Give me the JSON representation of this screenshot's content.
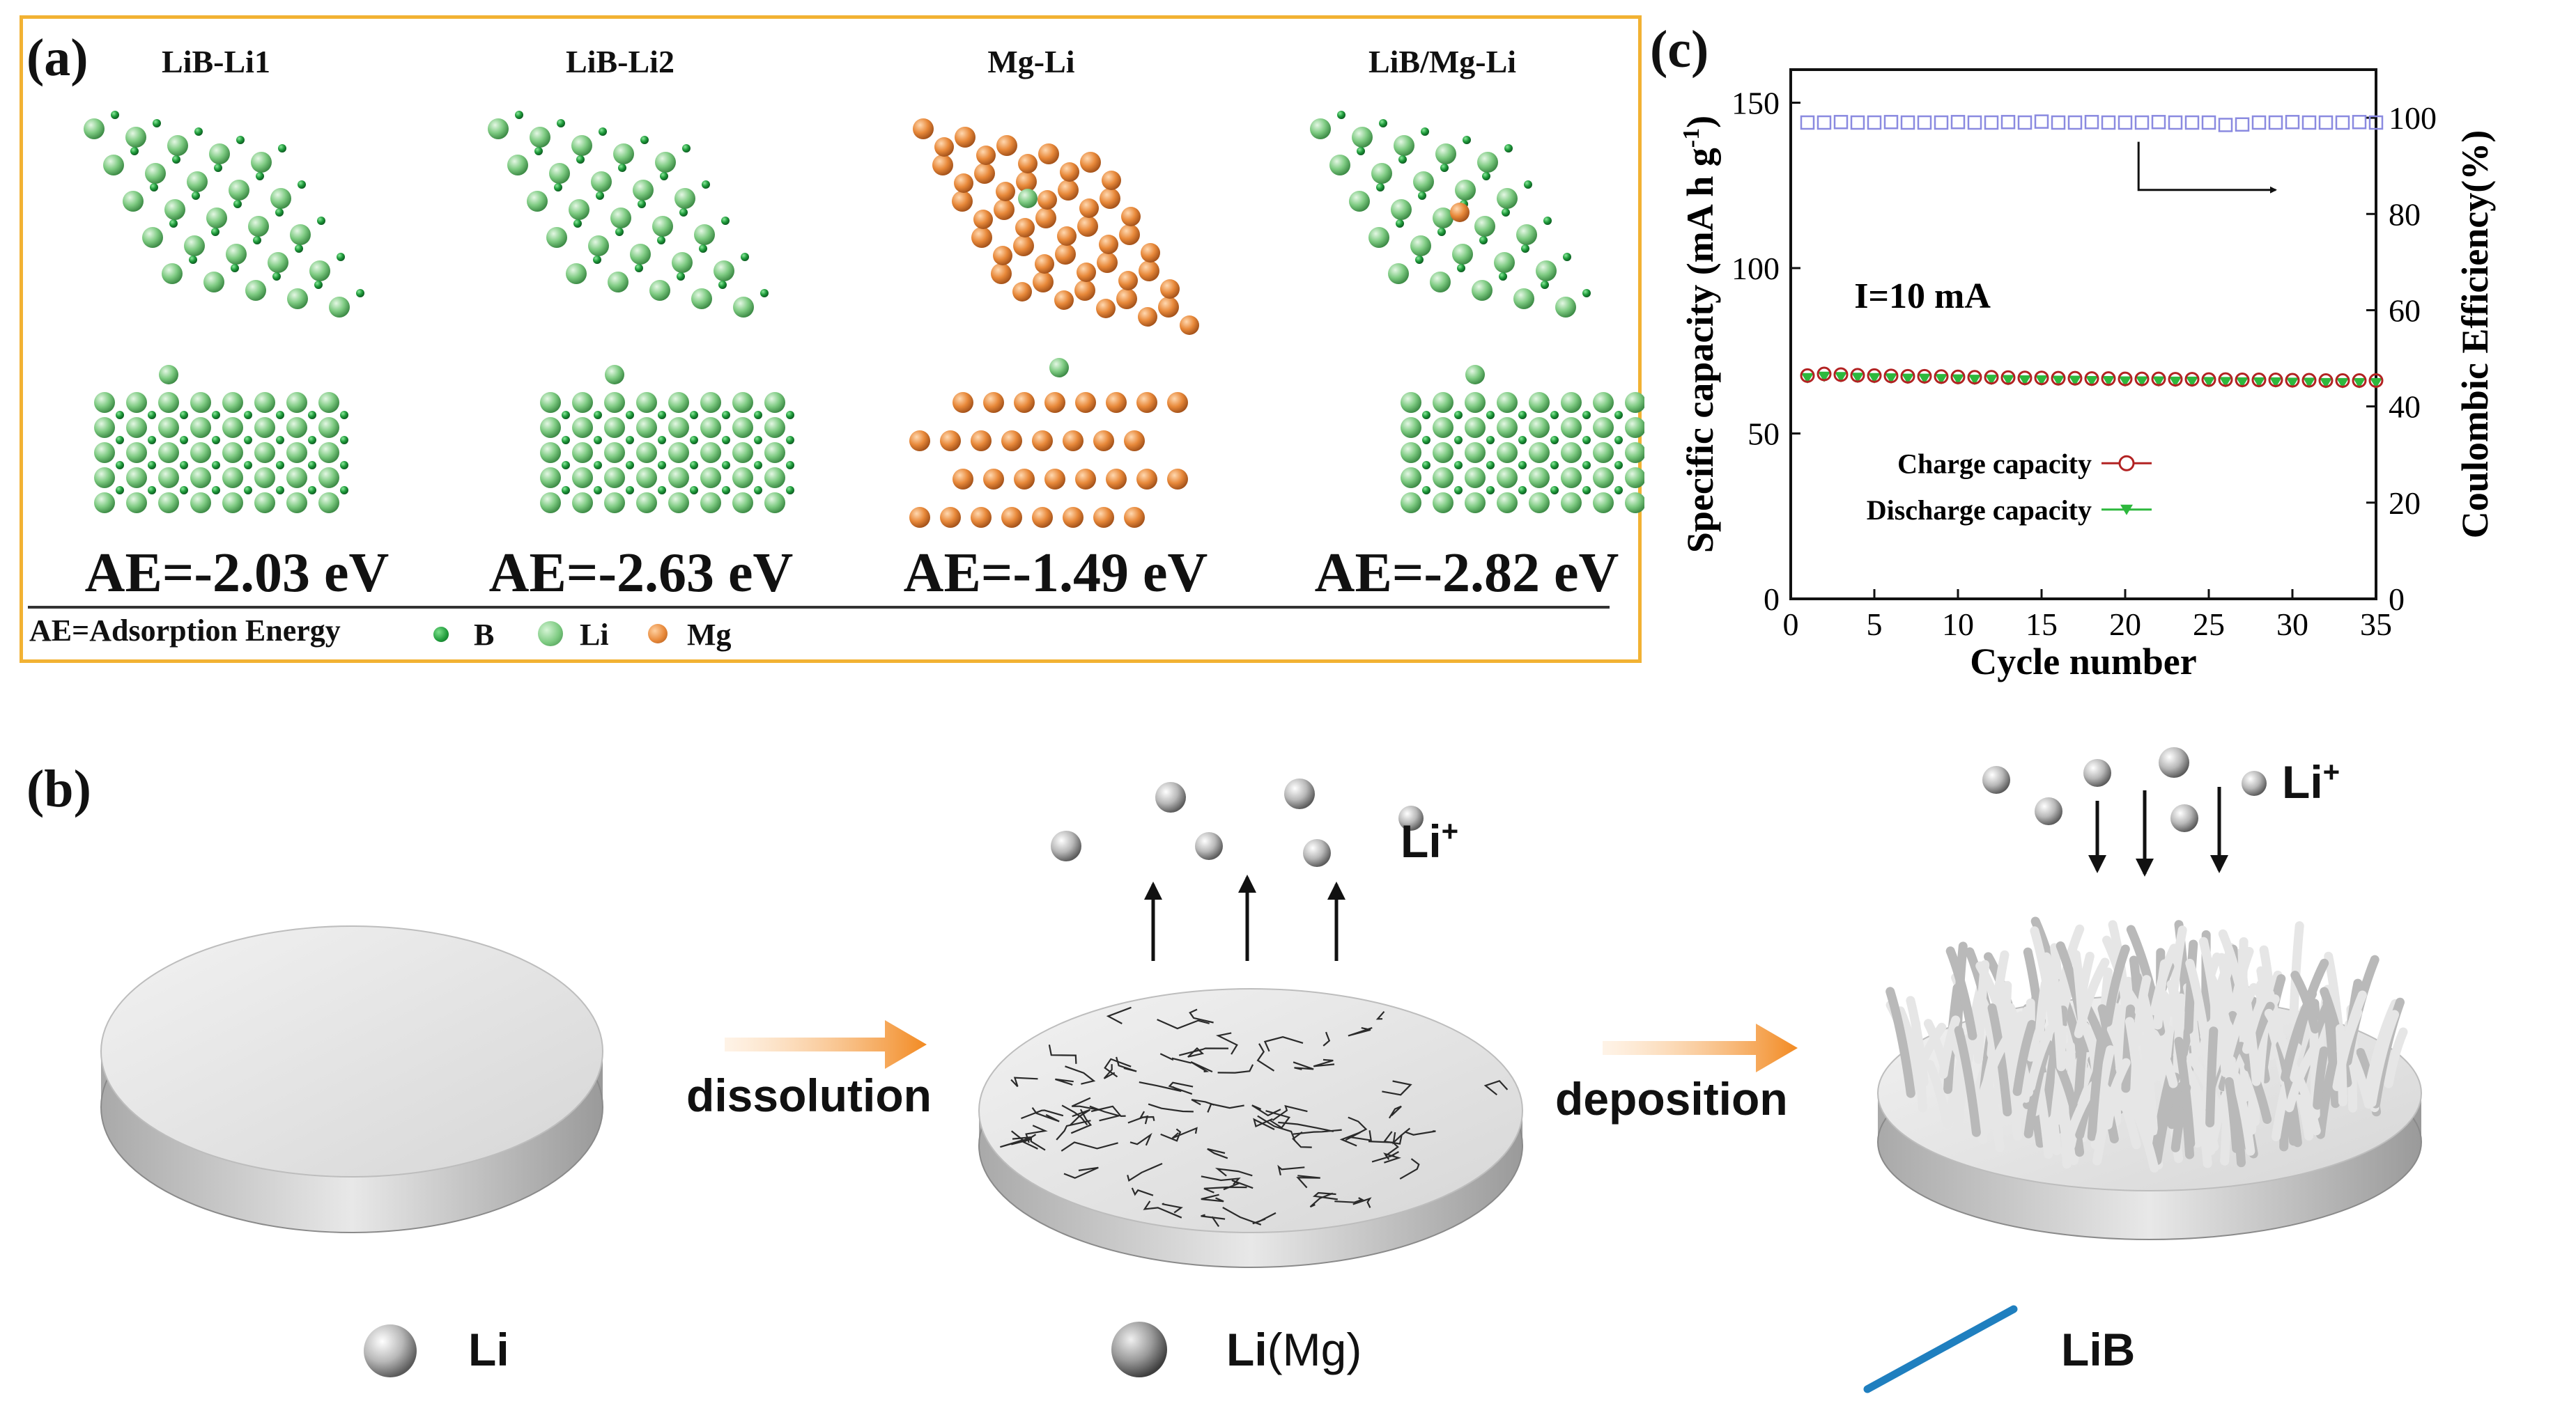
{
  "panel_a": {
    "letter": "(a)",
    "structures": [
      {
        "title": "LiB-Li1",
        "ae": "AE=-2.03 eV"
      },
      {
        "title": "LiB-Li2",
        "ae": "AE=-2.63 eV"
      },
      {
        "title": "Mg-Li",
        "ae": "AE=-1.49 eV"
      },
      {
        "title": "LiB/Mg-Li",
        "ae": "AE=-2.82 eV"
      }
    ],
    "legend": {
      "definition": "AE=Adsorption Energy",
      "items": [
        {
          "label": "B",
          "color": "#1e9a3a"
        },
        {
          "label": "Li",
          "color": "#7ecb82"
        },
        {
          "label": "Mg",
          "color": "#e8893a"
        }
      ]
    },
    "frame_color": "#f2b233"
  },
  "panel_b": {
    "letter": "(b)",
    "steps": [
      "dissolution",
      "deposition"
    ],
    "ion_label": "Li",
    "ion_charge": "+",
    "legend": [
      {
        "label": "Li",
        "icon": "li-sphere-icon"
      },
      {
        "label_main": "Li",
        "label_paren": "(Mg)",
        "icon": "li-mg-sphere-icon"
      },
      {
        "label": "LiB",
        "icon": "lib-rod-icon"
      }
    ],
    "arrow_color": "#f28a22",
    "rod_color": "#1f7fbf"
  },
  "chart_data": {
    "type": "scatter",
    "letter": "(c)",
    "annotation": "I=10 mA",
    "xlabel": "Cycle number",
    "ylabel": "Specific capacity (mA h g",
    "ylabel_sup": "-1",
    "ylabel_end": ")",
    "y2label": "Coulombic Efficiency(%)",
    "xlim": [
      0,
      35
    ],
    "ylim": [
      0,
      160
    ],
    "y2lim": [
      0,
      110
    ],
    "xticks": [
      0,
      5,
      10,
      15,
      20,
      25,
      30,
      35
    ],
    "yticks": [
      0,
      50,
      100,
      150
    ],
    "y2ticks": [
      0,
      20,
      40,
      60,
      80,
      100
    ],
    "x": [
      1,
      2,
      3,
      4,
      5,
      6,
      7,
      8,
      9,
      10,
      11,
      12,
      13,
      14,
      15,
      16,
      17,
      18,
      19,
      20,
      21,
      22,
      23,
      24,
      25,
      26,
      27,
      28,
      29,
      30,
      31,
      32,
      33,
      34,
      35
    ],
    "series": [
      {
        "name": "Charge capacity",
        "axis": "left",
        "color": "#b22222",
        "values": [
          67.5,
          68.0,
          67.8,
          67.6,
          67.5,
          67.4,
          67.3,
          67.3,
          67.2,
          67.1,
          67.0,
          67.0,
          66.9,
          66.8,
          66.8,
          66.7,
          66.7,
          66.6,
          66.6,
          66.5,
          66.5,
          66.5,
          66.4,
          66.4,
          66.3,
          66.3,
          66.2,
          66.2,
          66.2,
          66.1,
          66.1,
          66.0,
          66.0,
          66.0,
          66.0
        ]
      },
      {
        "name": "Discharge capacity",
        "axis": "left",
        "color": "#2db83d",
        "values": [
          66.8,
          67.2,
          67.1,
          66.9,
          66.8,
          66.7,
          66.6,
          66.6,
          66.5,
          66.4,
          66.3,
          66.3,
          66.2,
          66.1,
          66.1,
          66.0,
          66.0,
          65.9,
          65.9,
          65.8,
          65.8,
          65.8,
          65.7,
          65.7,
          65.6,
          65.6,
          65.5,
          65.5,
          65.5,
          65.4,
          65.4,
          65.3,
          65.3,
          65.3,
          65.3
        ]
      },
      {
        "name": "Coulombic Efficiency",
        "axis": "right",
        "color": "#8a8ae0",
        "values": [
          99.0,
          99.0,
          99.1,
          99.0,
          99.0,
          99.1,
          99.0,
          99.0,
          99.0,
          99.1,
          99.0,
          99.0,
          99.1,
          99.0,
          99.2,
          99.0,
          99.0,
          99.1,
          99.0,
          99.0,
          99.0,
          99.1,
          99.0,
          99.0,
          99.0,
          98.5,
          98.6,
          99.0,
          99.0,
          99.1,
          99.0,
          99.0,
          99.0,
          99.1,
          99.0
        ]
      }
    ],
    "legend_position": "center-left",
    "grid": false
  }
}
